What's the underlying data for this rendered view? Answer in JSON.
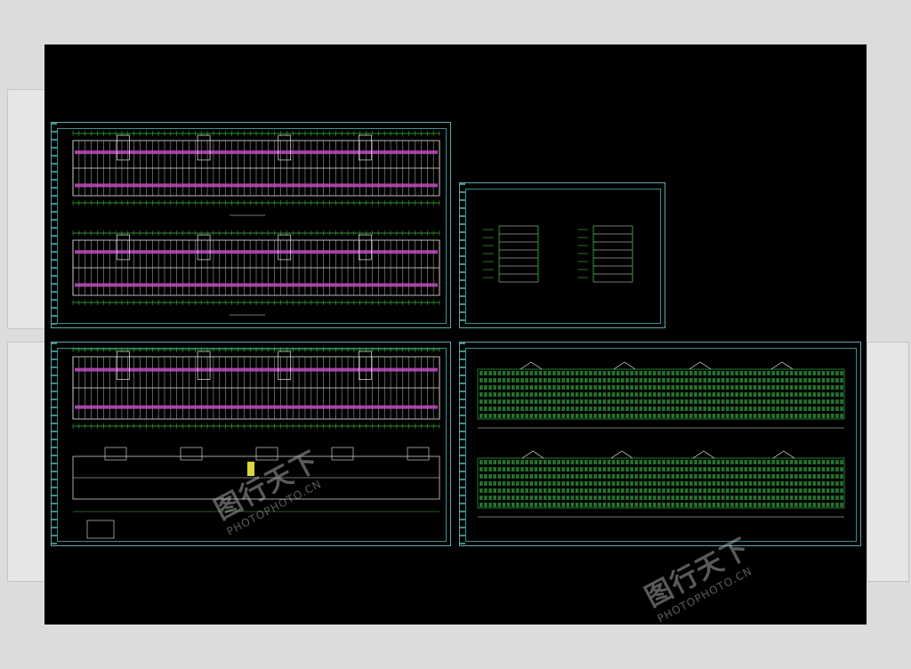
{
  "app": {
    "watermark_cn": "图行天下",
    "watermark_en": "PHOTOPHOTO.CN"
  },
  "colors": {
    "canvas_bg": "#000000",
    "frame": "#5fa8a8",
    "plan_green": "#3ec23e",
    "plan_magenta": "#c24ec2",
    "plan_white": "#e8e8e8",
    "plan_yellow": "#d8d83a",
    "elevation_green": "#2e9a3c"
  },
  "drawing": {
    "sheets": [
      {
        "id": "plans-top",
        "type": "floor-plans"
      },
      {
        "id": "sections",
        "type": "sections"
      },
      {
        "id": "plans-bottom",
        "type": "floor-plans"
      },
      {
        "id": "elevations",
        "type": "elevations"
      }
    ]
  }
}
